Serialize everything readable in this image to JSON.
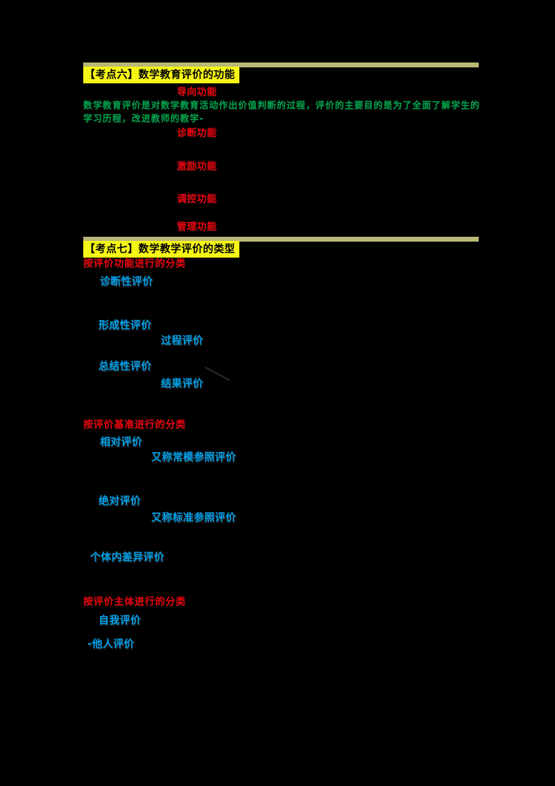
{
  "colors": {
    "background": "#000000",
    "heading_highlight": "#f6f614",
    "heading_highlight_pale": "#d9d98c",
    "red_accent": "#e8000d",
    "green_accent": "#00a14b",
    "blue_accent": "#00a0e9",
    "heading_text": "#000000"
  },
  "section6": {
    "heading": "【考点六】数学教育评价的功能",
    "lead_function": "导向功能",
    "description_line1": "数学教育评价是对数学教育活动作出价值判断的过程，评价的主要目的是为了全面了解学生的",
    "description_line2": "学习历程，改进教师的教学-",
    "functions": [
      "诊断功能",
      "激励功能",
      "调控功能",
      "管理功能"
    ]
  },
  "section7": {
    "heading": "【考点七】数学教学评价的类型",
    "groups": [
      {
        "title": "按评价功能进行的分类",
        "items": [
          {
            "label": "诊断性评价",
            "sub": ""
          },
          {
            "label": "形成性评价",
            "sub": "过程评价"
          },
          {
            "label": "总结性评价",
            "sub": "结果评价"
          }
        ]
      },
      {
        "title": "按评价基准进行的分类",
        "items": [
          {
            "label": "相对评价",
            "sub": "又称常模参照评价"
          },
          {
            "label": "绝对评价",
            "sub": "又称标准参照评价"
          },
          {
            "label": "个体内差异评价",
            "sub": ""
          }
        ]
      },
      {
        "title": "按评价主体进行的分类",
        "items": [
          {
            "label": "自我评价",
            "sub": ""
          },
          {
            "label": "-他人评价",
            "sub": ""
          }
        ]
      }
    ]
  }
}
